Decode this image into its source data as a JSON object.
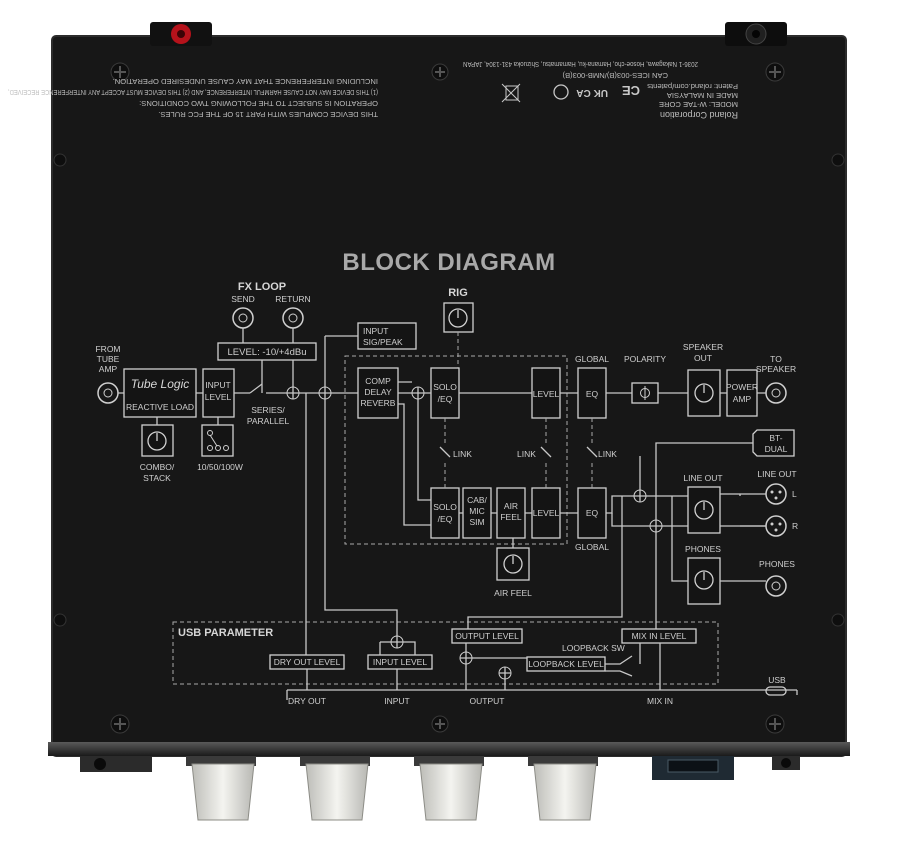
{
  "legal_text": {
    "fcc": [
      "THIS DEVICE COMPLIES WITH PART 15 OF THE FCC RULES.",
      "OPERATION IS SUBJECT TO THE FOLLOWING TWO CONDITIONS:",
      "(1) THIS DEVICE MAY NOT CAUSE HARMFUL INTERFERENCE, AND (2) THIS DEVICE MUST ACCEPT ANY INTERFERENCE RECEIVED,",
      "INCLUDING INTERFERENCE THAT MAY CAUSE UNDESIRED OPERATION."
    ],
    "maker": [
      "Roland Corporation",
      "MODEL: W-TAE CORE",
      "MADE IN MALAYSIA",
      "Patent: roland.com/patents",
      "CAN ICES-003(B)/NMB-003(B)",
      "2036-1 Nakagawa, Hosoe-cho, Hamana-ku, Hamamatsu, Shizuoka 431-1304, JAPAN"
    ],
    "marks": [
      "CE",
      "UK CA"
    ]
  },
  "diagram": {
    "title": "BLOCK DIAGRAM",
    "fx_loop": {
      "title": "FX LOOP",
      "send": "SEND",
      "return": "RETURN",
      "level": "LEVEL: -10/+4dBu"
    },
    "rig": "RIG",
    "input_sig_peak": [
      "INPUT",
      "SIG/PEAK"
    ],
    "from_tube_amp": [
      "FROM",
      "TUBE",
      "AMP"
    ],
    "tube_logic": "Tube Logic",
    "reactive_load": "REACTIVE LOAD",
    "input_level": [
      "INPUT",
      "LEVEL"
    ],
    "series_parallel": [
      "SERIES/",
      "PARALLEL"
    ],
    "combo_stack": [
      "COMBO/",
      "STACK"
    ],
    "wattage": "10/50/100W",
    "comp_delay_reverb": [
      "COMP",
      "DELAY",
      "REVERB"
    ],
    "solo_eq": [
      "SOLO",
      "/EQ"
    ],
    "level": "LEVEL",
    "global": "GLOBAL",
    "eq": "EQ",
    "polarity": "POLARITY",
    "speaker_out": [
      "SPEAKER",
      "OUT"
    ],
    "power_amp": [
      "POWER",
      "AMP"
    ],
    "to_speaker": [
      "TO",
      "SPEAKER"
    ],
    "link": "LINK",
    "cab_mic_sim": [
      "CAB/",
      "MIC",
      "SIM"
    ],
    "air_feel": [
      "AIR",
      "FEEL"
    ],
    "air_feel_label": "AIR FEEL",
    "bt_dual": [
      "BT-",
      "DUAL"
    ],
    "line_out": "LINE OUT",
    "line_out_l": "L",
    "line_out_r": "R",
    "phones": "PHONES",
    "usb_parameter": "USB PARAMETER",
    "dry_out_level": "DRY OUT LEVEL",
    "input_level_usb": "INPUT LEVEL",
    "output_level": "OUTPUT LEVEL",
    "loopback_sw": "LOOPBACK SW",
    "loopback_level": "LOOPBACK LEVEL",
    "mix_in_level": "MIX IN LEVEL",
    "usb": "USB",
    "dry_out": "DRY OUT",
    "input": "INPUT",
    "output": "OUTPUT",
    "mix_in": "MIX IN"
  }
}
